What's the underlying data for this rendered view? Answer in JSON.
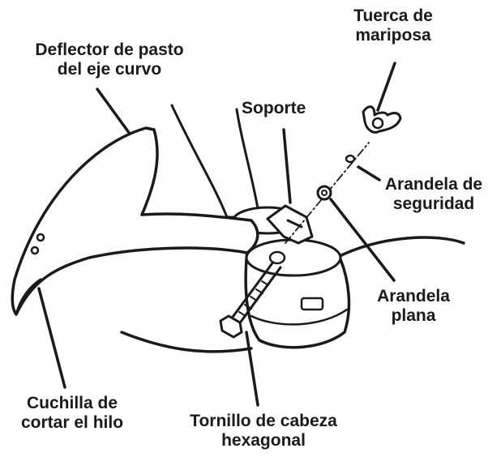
{
  "labels": {
    "wing_nut": {
      "line1": "Tuerca de",
      "line2": "mariposa"
    },
    "deflector": {
      "line1": "Deflector de pasto",
      "line2": "del eje curvo"
    },
    "bracket": {
      "line1": "Soporte"
    },
    "lock_washer": {
      "line1": "Arandela de",
      "line2": "seguridad"
    },
    "flat_washer": {
      "line1": "Arandela",
      "line2": "plana"
    },
    "blade": {
      "line1": "Cuchilla de",
      "line2": "cortar el hilo"
    },
    "hex_bolt": {
      "line1": "Tornillo de cabeza",
      "line2": "hexagonal"
    }
  },
  "colors": {
    "ink": "#1a1a1a",
    "background": "#ffffff"
  }
}
